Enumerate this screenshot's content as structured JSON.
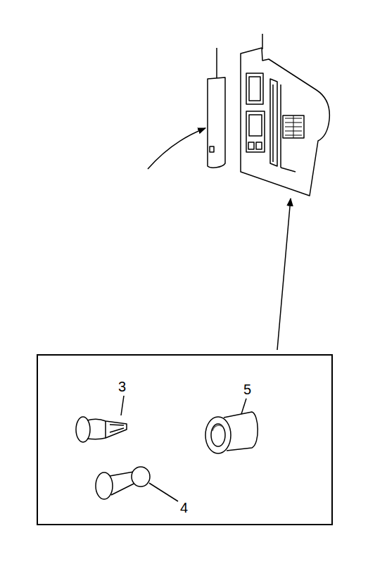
{
  "diagram": {
    "nodes": [
      {
        "text": [
          "3",
          "5",
          "4"
        ]
      }
    ]
  }
}
